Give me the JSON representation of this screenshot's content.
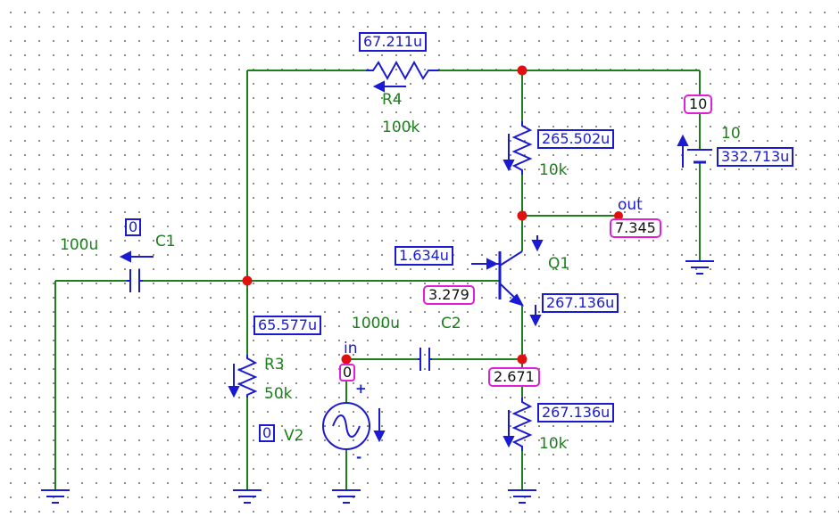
{
  "components": {
    "r4": {
      "name": "R4",
      "value": "100k",
      "current": "67.211u"
    },
    "r_top": {
      "value": "10k",
      "current": "265.502u"
    },
    "r_bottom": {
      "value": "10k",
      "current": "267.136u"
    },
    "r3": {
      "name": "R3",
      "value": "50k",
      "current": "65.577u"
    },
    "c1": {
      "name": "C1",
      "value": "100u",
      "current": "0"
    },
    "c2": {
      "name": "C2",
      "value": "1000u"
    },
    "q1": {
      "name": "Q1",
      "base_current": "1.634u",
      "emitter_current": "267.136u"
    },
    "v2": {
      "name": "V2",
      "current": "0",
      "plus": "+",
      "minus": "-"
    },
    "supply": {
      "value": "10",
      "voltage": "10",
      "current": "332.713u"
    }
  },
  "nodes": {
    "out": {
      "label": "out",
      "voltage": "7.345"
    },
    "in": {
      "label": "in",
      "voltage": "0"
    },
    "base": {
      "voltage": "3.279"
    },
    "emitter": {
      "voltage": "2.671"
    }
  },
  "colors": {
    "wire": "#1b7f1b",
    "component": "#1a1ad0",
    "node": "#e01010",
    "voltage_box": "#e020d8",
    "current_box": "#1a1ad0"
  }
}
